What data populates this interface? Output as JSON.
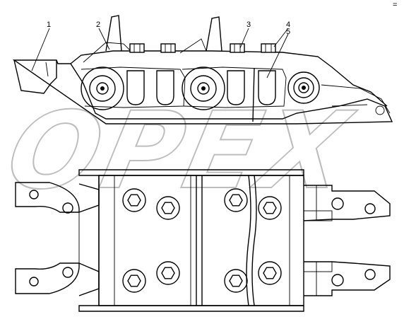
{
  "diagram": {
    "callouts": [
      {
        "id": "1",
        "text": "1"
      },
      {
        "id": "2",
        "text": "2"
      },
      {
        "id": "3",
        "text": "3"
      },
      {
        "id": "4",
        "text": "4"
      },
      {
        "id": "5",
        "text": "5"
      }
    ],
    "watermark": "OPEX",
    "corner_mark": "="
  }
}
